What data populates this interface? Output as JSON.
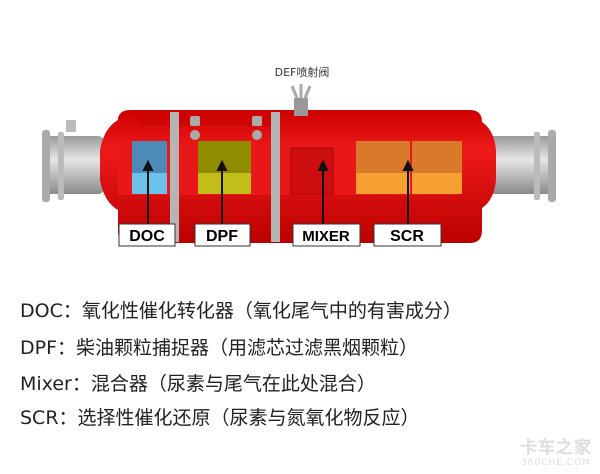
{
  "diagram": {
    "injector_label": "DEF喷射阀",
    "components": [
      {
        "label": "DOC",
        "color": "#5aa5d8"
      },
      {
        "label": "DPF",
        "color": "#b9b21a"
      },
      {
        "label": "MIXER",
        "color": "#d81515"
      },
      {
        "label": "SCR",
        "color": "#f09030"
      }
    ],
    "body_color": "#e01010"
  },
  "descriptions": [
    "DOC：氧化性催化转化器（氧化尾气中的有害成分）",
    "DPF：柴油颗粒捕捉器（用滤芯过滤黑烟颗粒）",
    "Mixer：混合器（尿素与尾气在此处混合）",
    "SCR：选择性催化还原（尿素与氮氧化物反应）"
  ],
  "watermark": {
    "line1": "卡车之家",
    "line2": "360CHE.COM"
  }
}
